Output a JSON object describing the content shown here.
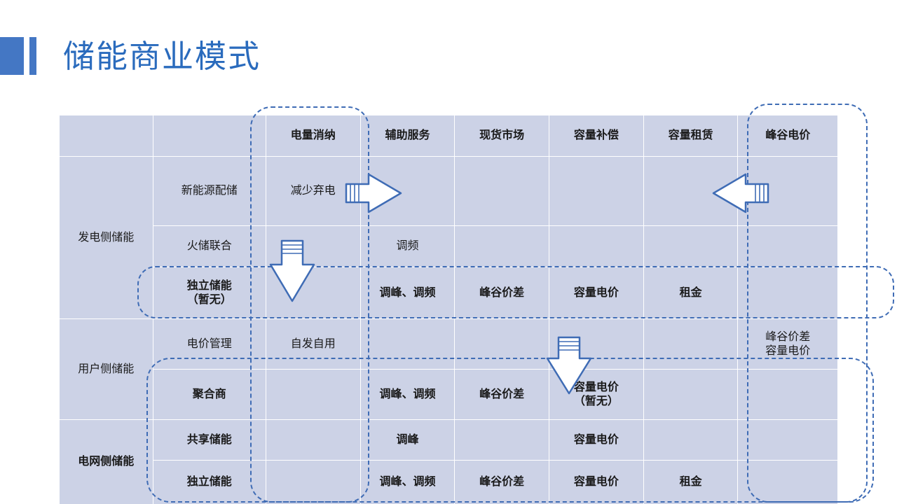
{
  "slide": {
    "title": "储能商业模式",
    "accent_color": "#4477c4",
    "title_color": "#2a6bbd",
    "green": "#a8d08d",
    "blue": "#4477c4",
    "band_dark": "#ccd2e6",
    "band_light": "#e4e8f3",
    "dash_color": "#3f6cb5"
  },
  "table": {
    "headers": {
      "group_blank": "",
      "sub_blank": "",
      "columns": [
        {
          "label": "电量消纳",
          "style": "green"
        },
        {
          "label": "辅助服务",
          "style": "blue"
        },
        {
          "label": "现货市场",
          "style": "blue"
        },
        {
          "label": "容量补偿",
          "style": "blue"
        },
        {
          "label": "容量租赁",
          "style": "blue"
        },
        {
          "label": "峰谷电价",
          "style": "green"
        }
      ]
    },
    "groups": [
      {
        "label": "发电侧储能",
        "rows": 3
      },
      {
        "label": "用户侧储能",
        "rows": 2
      },
      {
        "label": "电网侧储能",
        "rows": 2
      }
    ],
    "rows": [
      {
        "name": "新能源配储",
        "bold": false,
        "cells": [
          "减少弃电",
          "",
          "",
          "",
          "",
          ""
        ]
      },
      {
        "name": "火储联合",
        "bold": false,
        "cells": [
          "",
          "调频",
          "",
          "",
          "",
          ""
        ]
      },
      {
        "name": "独立储能\n（暂无）",
        "name_line1": "独立储能",
        "name_line2": "（暂无）",
        "bold": true,
        "cells": [
          "",
          "调峰、调频",
          "峰谷价差",
          "容量电价",
          "租金",
          ""
        ]
      },
      {
        "name": "电价管理",
        "bold": false,
        "cells": [
          "自发自用",
          "",
          "",
          "",
          "",
          "峰谷价差\n容量电价"
        ],
        "last_line1": "峰谷价差",
        "last_line2": "容量电价"
      },
      {
        "name": "聚合商",
        "bold": true,
        "cells": [
          "",
          "调峰、调频",
          "峰谷价差",
          "容量电价\n（暂无）",
          "",
          ""
        ],
        "cap_line1": "容量电价",
        "cap_line2": "（暂无）"
      },
      {
        "name": "共享储能",
        "bold": true,
        "cells": [
          "",
          "调峰",
          "",
          "容量电价",
          "",
          ""
        ]
      },
      {
        "name": "独立储能",
        "bold": true,
        "cells": [
          "",
          "调峰、调频",
          "峰谷价差",
          "容量电价",
          "租金",
          ""
        ]
      }
    ]
  },
  "annotations": {
    "arrows": [
      {
        "name": "arrow-right-reduce-curtailment",
        "direction": "right"
      },
      {
        "name": "arrow-left-peak-valley-price",
        "direction": "left"
      },
      {
        "name": "arrow-down-energy-absorption",
        "direction": "down"
      },
      {
        "name": "arrow-down-capacity-price",
        "direction": "down"
      }
    ],
    "highlight_boxes": [
      {
        "name": "highlight-column-energy-absorption"
      },
      {
        "name": "highlight-column-peak-valley-price"
      },
      {
        "name": "highlight-row-independent-storage-gen"
      },
      {
        "name": "highlight-rows-aggregator-shared-independent"
      }
    ]
  }
}
